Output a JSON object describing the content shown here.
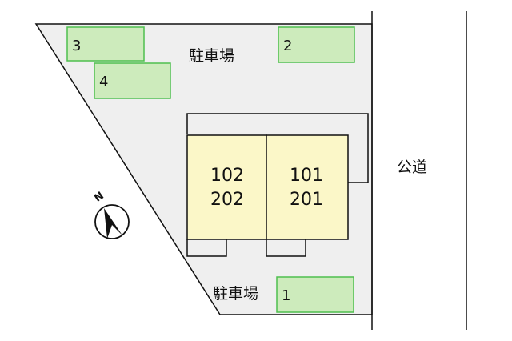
{
  "parking": {
    "label_north": "駐車場",
    "label_south": "駐車場",
    "spaces": [
      "1",
      "2",
      "3",
      "4"
    ]
  },
  "units": {
    "left": {
      "lower": "102",
      "upper": "202"
    },
    "right": {
      "lower": "101",
      "upper": "201"
    }
  },
  "road": {
    "label": "公道"
  },
  "compass": {
    "label": "N"
  },
  "colors": {
    "lot_fill": "#efefef",
    "building_fill": "#fbf7c8",
    "parking_fill": "#cdebbc",
    "parking_stroke": "#4fbf4f",
    "outline": "#111111"
  }
}
